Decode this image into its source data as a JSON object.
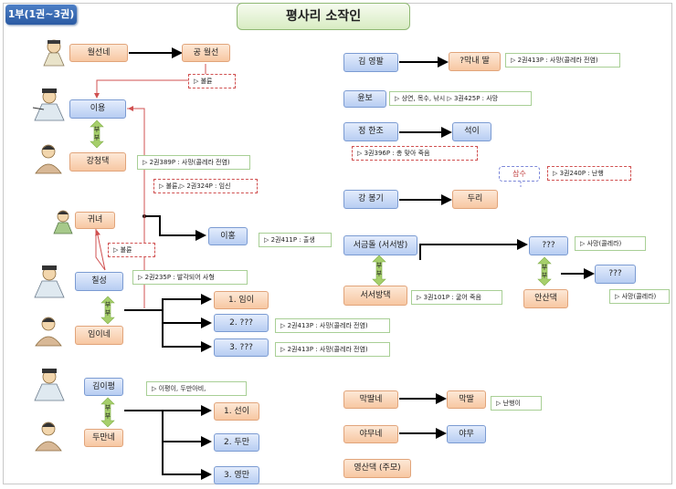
{
  "header": {
    "volume_tag": "1부(1권~3권)",
    "title": "평사리 소작인"
  },
  "nodes": {
    "wolseonne": "월선네",
    "gong_wolseon": "공 월선",
    "iyong": "이용",
    "gangcheongdaek": "강청댁",
    "gwine": "귀녀",
    "ihong": "이홍",
    "chilseong": "칠성",
    "imine": "임이네",
    "imi1": "1. 임이",
    "imi2": "2. ???",
    "imi3": "3. ???",
    "kimipyeong": "김이평",
    "dumanne": "두만네",
    "seoni": "1. 선이",
    "duman": "2. 두만",
    "yeongman": "3. 영만",
    "kimyeongpal": "김 영팔",
    "makne_ttal": "?막내 딸",
    "yunbo": "윤보",
    "jeonghanjo": "정 한조",
    "seoki": "석이",
    "gangbonggi": "강 봉기",
    "duri": "두리",
    "samsu": "삼수",
    "seogeumdol": "서금돌 (서서방)",
    "seoseobangdaek": "서서방댁",
    "unknown_a": "???",
    "unknown_b": "???",
    "ansandaek": "안산댁",
    "makttalne": "막딸네",
    "makttal": "막딸",
    "yamune": "야무네",
    "yamu": "야무",
    "yeongsandaek": "영산댁 (주모)"
  },
  "notes": {
    "bulryun1": "▷ 불륜",
    "gangcheong": "▷ 2권389P : 사망(콜레라 전염)",
    "bulryun_pregnant": "▷ 불륜,▷ 2권324P : 임신",
    "ihong": "▷ 2권411P : 출생",
    "bulryun2": "▷ 불륜",
    "chilseong": "▷ 2권235P : 발각되어 사형",
    "imi2": "▷ 2권413P : 사망(콜레라 전염)",
    "imi3": "▷ 2권413P : 사망(콜레라 전염)",
    "kimipyeong": "▷ 이평이, 두만아비,",
    "makne": "▷ 2권413P : 사망(콜레라 전염)",
    "yunbo": "▷ 상연, 목수, 낚시 ▷ 3권425P : 사망",
    "hanjo": "▷ 3권396P : 총 맞아 죽음",
    "samsu": "▷ 3권240P : 난행",
    "unknown_a": "▷ 사망(콜레라)",
    "seoseobangdaek": "▷ 3권101P : 굶어 죽음",
    "unknown_b": "▷ 사망(콜레라)",
    "makttal": "▷ 난행이"
  },
  "spouse_label": "부부",
  "colors": {
    "blue_box": "#b7cdf2",
    "orange_box": "#f7c7a2",
    "note_border": "#d05050",
    "arrow": "#000000",
    "bubu_arrow": "#a6cf6b"
  }
}
